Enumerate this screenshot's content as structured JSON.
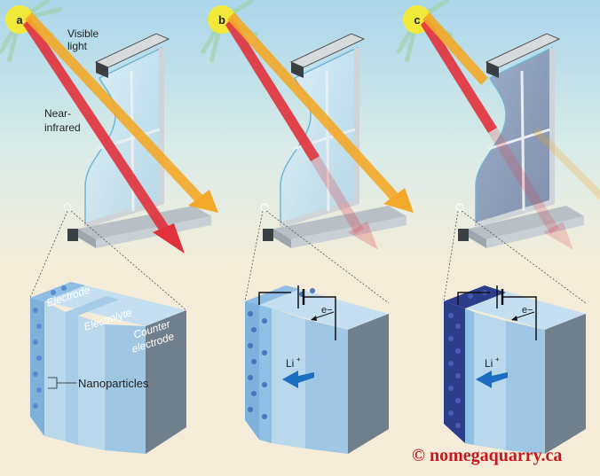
{
  "panels": [
    {
      "letter": "a"
    },
    {
      "letter": "b"
    },
    {
      "letter": "c"
    }
  ],
  "labels": {
    "visible_light": [
      "Visible",
      "light"
    ],
    "near_infrared": [
      "Near-",
      "infrared"
    ],
    "electrode": "Electrode",
    "electrolyte": "Electrolyte",
    "counter_electrode": [
      "Counter",
      "electrode"
    ],
    "nanoparticles": "Nanoparticles",
    "electron": "e−",
    "lithium_ion": "Li",
    "lithium_charge": "+"
  },
  "watermark": "© nomegaquarry.ca",
  "colors": {
    "sky": "#bfe0ee",
    "ground": "#f4ecd9",
    "sun": "#f2ea3a",
    "visible_ray": "#f3a829",
    "infrared_ray": "#e1313b",
    "window_frame": "#d6dadd",
    "electrode_light": "#7fb0dc",
    "electrode_dark": "#2c3d8c",
    "electrolyte": "#b9d8ec",
    "counter_electrode": "#6f7f8b",
    "ion_arrow": "#1b6ec2",
    "watermark": "#c8161d"
  }
}
